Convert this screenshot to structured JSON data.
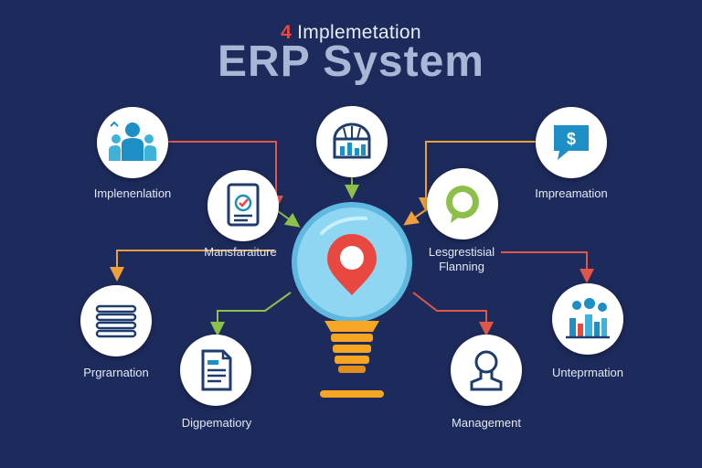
{
  "header": {
    "subtitle_number": "4",
    "subtitle_text": "Implemetation",
    "title": "ERP System"
  },
  "nodes": [
    {
      "id": "implementation",
      "label": "Implenenlation",
      "icon": "users-group-icon"
    },
    {
      "id": "manufacturing",
      "label": "Mansfaraiture",
      "icon": "checklist-document-icon"
    },
    {
      "id": "top-center",
      "label": "",
      "icon": "building-chart-icon"
    },
    {
      "id": "integration",
      "label": "Impreamation",
      "icon": "dollar-chat-icon"
    },
    {
      "id": "planning",
      "label": "Lesgrestisial\nFlanning",
      "icon": "chat-bubble-icon"
    },
    {
      "id": "programming",
      "label": "Prgrarnation",
      "icon": "list-lines-icon"
    },
    {
      "id": "documentation",
      "label": "Digpematiory",
      "icon": "document-icon"
    },
    {
      "id": "management",
      "label": "Management",
      "icon": "user-profile-icon"
    },
    {
      "id": "information",
      "label": "Unteprmation",
      "icon": "team-chart-icon"
    }
  ],
  "center": {
    "icon": "location-pin-icon",
    "symbol": "lightbulb-icon"
  },
  "colors": {
    "background": "#1d2b5c",
    "accent_red": "#e8483f",
    "connector_orange": "#f0a03a",
    "connector_green": "#8cc04b",
    "connector_red": "#e0574a",
    "bulb_glass": "#7fd0ee",
    "bulb_base": "#f6a623",
    "icon_blue": "#1d8fc5"
  }
}
